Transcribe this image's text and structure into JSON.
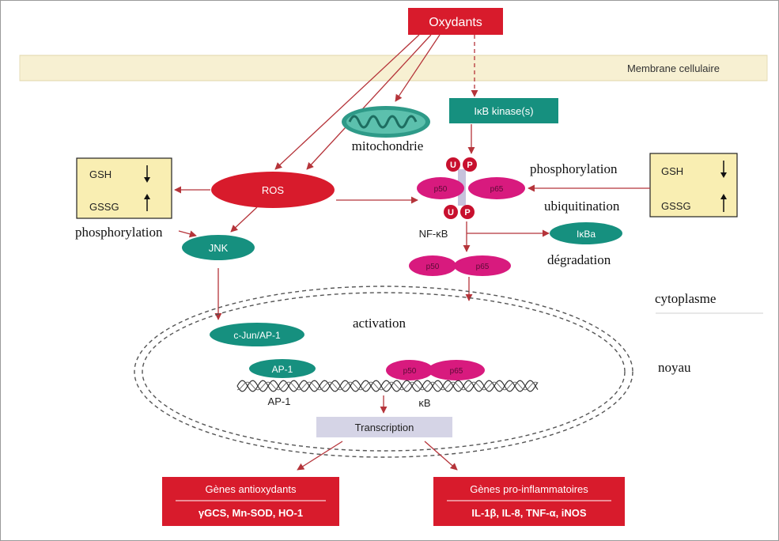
{
  "oxidants": "Oxydants",
  "membrane": "Membrane cellulaire",
  "ikk": "IκB kinase(s)",
  "mitochondria": "mitochondrie",
  "ros": "ROS",
  "jnk": "JNK",
  "left_box": {
    "gsh": "GSH",
    "gssg": "GSSG"
  },
  "right_box": {
    "gsh": "GSH",
    "gssg": "GSSG"
  },
  "phosphorylation_left": "phosphorylation",
  "phosphorylation_right": "phosphorylation",
  "ubiquitination": "ubiquitination",
  "u_label": "U",
  "p_label": "P",
  "p50": "p50",
  "p65": "p65",
  "nfkb": "NF-κB",
  "ikba": "IκBa",
  "degradation": "dégradation",
  "cytoplasm": "cytoplasme",
  "nucleus": "noyau",
  "activation": "activation",
  "cjun": "c-Jun/AP-1",
  "ap1_protein": "AP-1",
  "ap1_site": "AP-1",
  "kb_site": "κB",
  "transcription": "Transcription",
  "antioxidant_genes": {
    "title": "Gènes antioxydants",
    "list": "γGCS, Mn-SOD, HO-1"
  },
  "proinflammatory_genes": {
    "title": "Gènes pro-inflammatoires",
    "list": "IL-1β, IL-8, TNF-α, iNOS"
  },
  "colors": {
    "red": "#d81b2c",
    "teal": "#16907f",
    "magenta": "#d81a7e",
    "box_yellow": "#f9eeb2",
    "membrane": "#f7f0d2",
    "transcription_bg": "#d5d4e6",
    "arrow": "#b5343a",
    "mito": "#2e9a88"
  }
}
